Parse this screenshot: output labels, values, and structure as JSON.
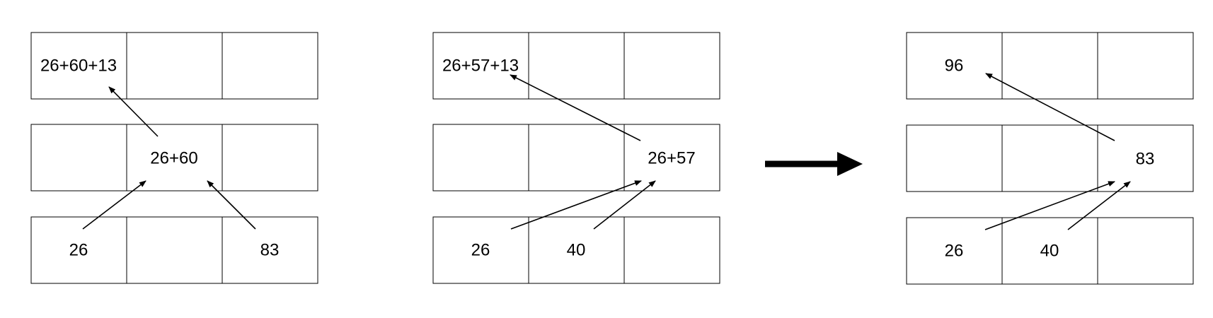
{
  "panels": [
    {
      "rows": [
        [
          "26+60+13",
          "",
          ""
        ],
        [
          "",
          "26+60",
          ""
        ],
        [
          "26",
          "",
          "83"
        ]
      ]
    },
    {
      "rows": [
        [
          "26+57+13",
          "",
          ""
        ],
        [
          "",
          "",
          "26+57"
        ],
        [
          "26",
          "40",
          ""
        ]
      ]
    },
    {
      "rows": [
        [
          "96",
          "",
          ""
        ],
        [
          "",
          "",
          "83"
        ],
        [
          "26",
          "40",
          ""
        ]
      ]
    }
  ],
  "colors": {
    "stroke": "#000000",
    "background": "#ffffff"
  }
}
